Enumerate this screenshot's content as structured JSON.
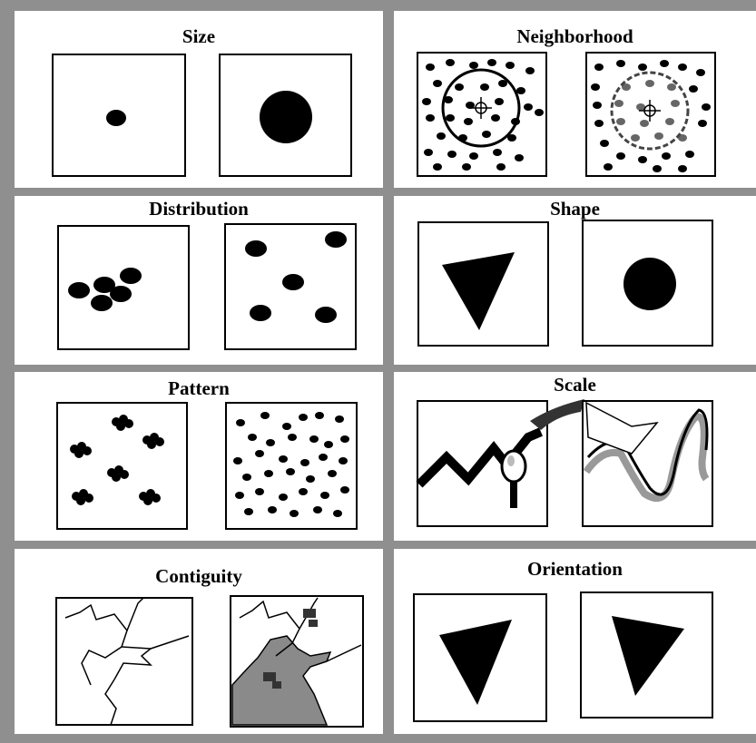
{
  "cells": {
    "size": "Size",
    "neighborhood": "Neighborhood",
    "distribution": "Distribution",
    "shape": "Shape",
    "pattern": "Pattern",
    "scale": "Scale",
    "contiguity": "Contiguity",
    "orientation": "Orientation"
  }
}
